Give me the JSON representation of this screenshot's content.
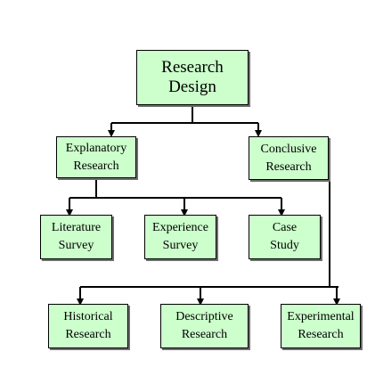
{
  "diagram": {
    "root": {
      "label": "Research Design"
    },
    "level1": [
      {
        "label": "Explanatory\nResearch"
      },
      {
        "label": "Conclusive\nResearch"
      }
    ],
    "explanatory_children": [
      {
        "label": "Literature\nSurvey"
      },
      {
        "label": "Experience\nSurvey"
      },
      {
        "label": "Case\nStudy"
      }
    ],
    "conclusive_children": [
      {
        "label": "Historical\nResearch"
      },
      {
        "label": "Descriptive\nResearch"
      },
      {
        "label": "Experimental\nResearch"
      }
    ],
    "colors": {
      "box_fill": "#ccffcc",
      "box_border": "#000000",
      "box_shadow": "#6e6e6e",
      "connector": "#000000"
    }
  }
}
